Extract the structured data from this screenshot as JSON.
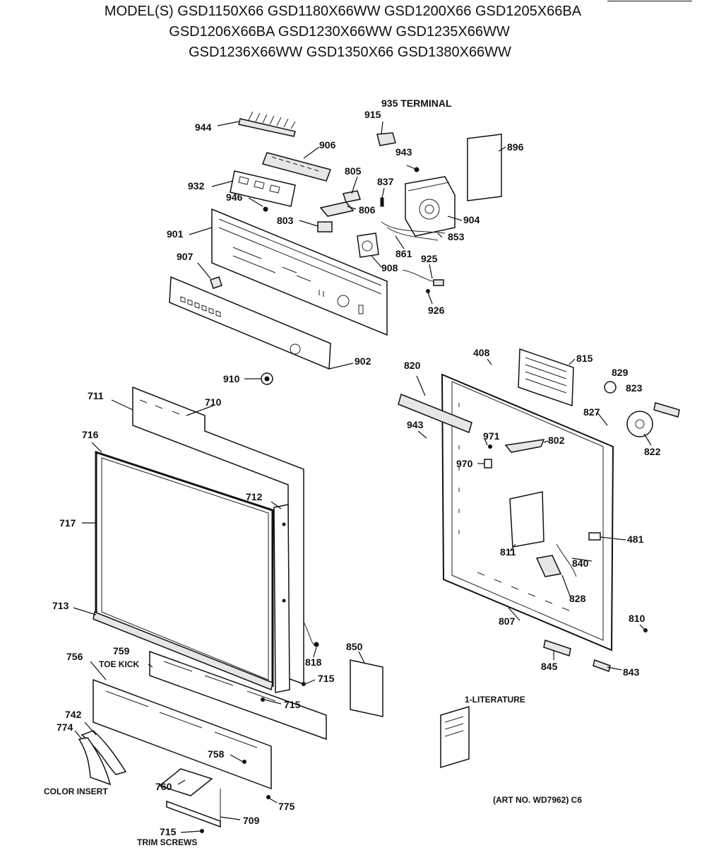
{
  "header": {
    "line1": "MODEL(S) GSD1150X66  GSD1180X66WW  GSD1200X66  GSD1205X66BA",
    "line2": "GSD1206X66BA  GSD1230X66WW  GSD1235X66WW",
    "line3": "GSD1236X66WW  GSD1350X66  GSD1380X66WW"
  },
  "labels": {
    "p935": "935 TERMINAL",
    "p915": "915",
    "p944": "944",
    "p906": "906",
    "p943a": "943",
    "p896": "896",
    "p805": "805",
    "p837": "837",
    "p932": "932",
    "p946": "946",
    "p806": "806",
    "p904": "904",
    "p803": "803",
    "p901": "901",
    "p853": "853",
    "p861": "861",
    "p925": "925",
    "p907": "907",
    "p908": "908",
    "p926": "926",
    "p902": "902",
    "p910": "910",
    "p408": "408",
    "p815": "815",
    "p820": "820",
    "p829": "829",
    "p823": "823",
    "p711": "711",
    "p710": "710",
    "p827": "827",
    "p943b": "943",
    "p971": "971",
    "p802": "802",
    "p716": "716",
    "p822": "822",
    "p970": "970",
    "p712": "712",
    "p717": "717",
    "p481": "481",
    "p811": "811",
    "p840": "840",
    "p828": "828",
    "p713": "713",
    "p807": "807",
    "p810": "810",
    "p759": "759",
    "toe_kick": "TOE KICK",
    "p850": "850",
    "p818": "818",
    "p756": "756",
    "p845": "845",
    "p843": "843",
    "p715a": "715",
    "p715b": "715",
    "literature": "1-LITERATURE",
    "p742": "742",
    "p774": "774",
    "p758": "758",
    "color_insert": "COLOR INSERT",
    "p760": "760",
    "p775": "775",
    "art_no": "(ART NO. WD7962) C6",
    "p709": "709",
    "p715c": "715",
    "trim_screws": "TRIM SCREWS"
  }
}
